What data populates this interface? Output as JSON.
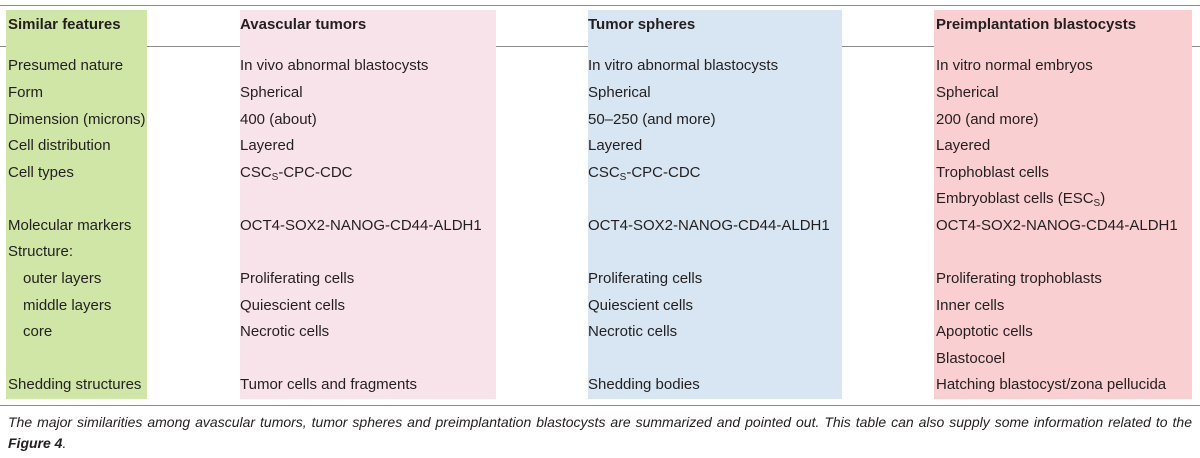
{
  "table": {
    "headers": [
      "Similar features",
      "Avascular tumors",
      "Tumor spheres",
      "Preimplantation blastocysts"
    ],
    "rows": [
      {
        "feature": "Presumed nature",
        "avascular": "In vivo abnormal blastocysts",
        "spheres": "In vitro abnormal blastocysts",
        "blastocysts": "In vitro normal embryos"
      },
      {
        "feature": "Form",
        "avascular": "Spherical",
        "spheres": "Spherical",
        "blastocysts": "Spherical"
      },
      {
        "feature": "Dimension (microns)",
        "avascular": "400 (about)",
        "spheres": "50–250 (and more)",
        "blastocysts": "200 (and more)"
      },
      {
        "feature": "Cell distribution",
        "avascular": "Layered",
        "spheres": "Layered",
        "blastocysts": "Layered"
      },
      {
        "feature": "Cell types",
        "avascular_main": "CSC",
        "avascular_sub": "S",
        "avascular_tail": "-CPC-CDC",
        "spheres_main": "CSC",
        "spheres_sub": "S",
        "spheres_tail": "-CPC-CDC",
        "blastocysts": "Trophoblast cells"
      },
      {
        "feature": "",
        "blastocysts_main": "Embryoblast cells (ESC",
        "blastocysts_sub": "S",
        "blastocysts_tail": ")"
      },
      {
        "feature": "Molecular markers",
        "avascular": "OCT4-SOX2-NANOG-CD44-ALDH1",
        "spheres": "OCT4-SOX2-NANOG-CD44-ALDH1",
        "blastocysts": "OCT4-SOX2-NANOG-CD44-ALDH1"
      },
      {
        "feature": "Structure:"
      },
      {
        "feature": "outer layers",
        "avascular": "Proliferating cells",
        "spheres": "Proliferating cells",
        "blastocysts": "Proliferating trophoblasts"
      },
      {
        "feature": "middle layers",
        "avascular": "Quiescient cells",
        "spheres": "Quiescient cells",
        "blastocysts": "Inner cells"
      },
      {
        "feature": "core",
        "avascular": "Necrotic cells",
        "spheres": "Necrotic cells",
        "blastocysts": "Apoptotic cells"
      },
      {
        "blastocysts": "Blastocoel"
      },
      {
        "feature": "Shedding structures",
        "avascular": "Tumor cells and fragments",
        "spheres": "Shedding bodies",
        "blastocysts": "Hatching blastocyst/zona pellucida"
      }
    ]
  },
  "caption": {
    "text_before": "The major similarities among avascular tumors, tumor spheres and preimplantation blastocysts are summarized and pointed out. This table can also supply some information related to the ",
    "figure_ref": "Figure 4",
    "text_after": "."
  },
  "colors": {
    "features_band": "#cfe6a6",
    "avascular_band": "#f9e3ea",
    "spheres_band": "#d7e6f2",
    "blastocysts_band": "#f9cfd1",
    "rule": "#8a8a8a"
  }
}
